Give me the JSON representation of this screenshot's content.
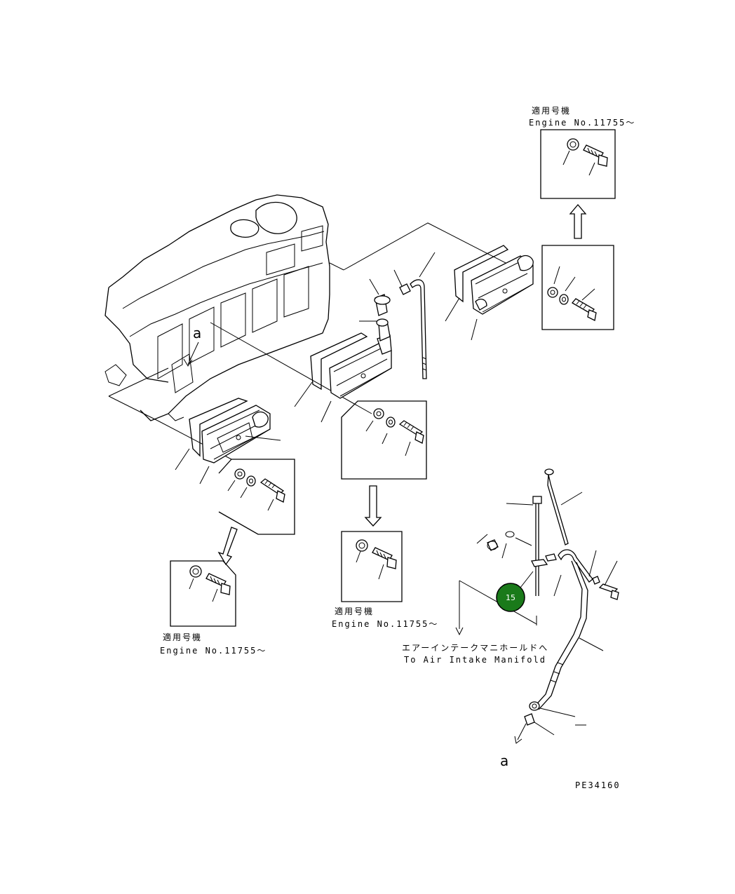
{
  "labels": {
    "applicable_jp": "適用号機",
    "engine_no": "Engine No.11755～",
    "to_manifold_jp": "エアーインテークマニホールドへ",
    "to_manifold_en": "To Air Intake Manifold",
    "ref_a_top": "a",
    "ref_a_bottom": "a",
    "drawing_code": "PE34160"
  },
  "callout": {
    "number": "15",
    "color": "#1a7a1a"
  }
}
